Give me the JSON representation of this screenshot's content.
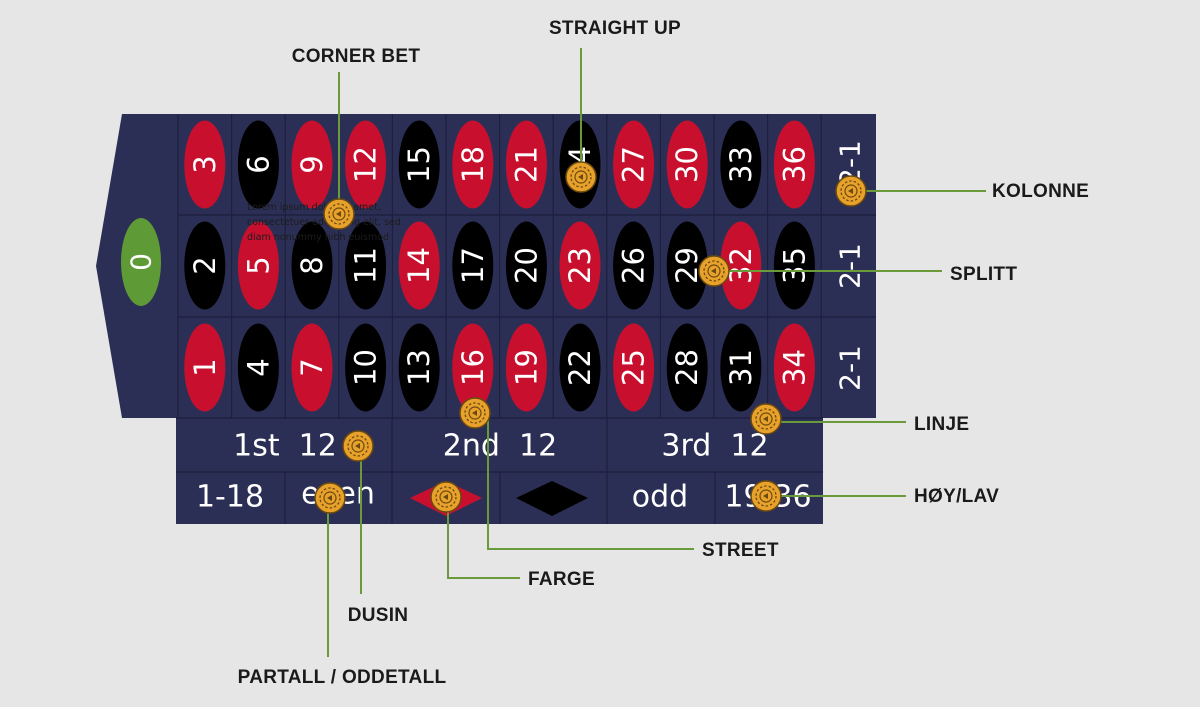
{
  "colors": {
    "background": "#e6e6e6",
    "table": "#2c2f55",
    "grid_line": "#1d1f3d",
    "red": "#c8102e",
    "black": "#000000",
    "green": "#5e9a35",
    "chip": "#e8a22b",
    "chip_dark": "#6b4a10",
    "callout_line": "#6a9a3a"
  },
  "zero": "0",
  "rows": [
    [
      {
        "n": "3",
        "c": "red"
      },
      {
        "n": "6",
        "c": "black"
      },
      {
        "n": "9",
        "c": "red"
      },
      {
        "n": "12",
        "c": "red"
      },
      {
        "n": "15",
        "c": "black"
      },
      {
        "n": "18",
        "c": "red"
      },
      {
        "n": "21",
        "c": "red"
      },
      {
        "n": "24",
        "c": "black"
      },
      {
        "n": "27",
        "c": "red"
      },
      {
        "n": "30",
        "c": "red"
      },
      {
        "n": "33",
        "c": "black"
      },
      {
        "n": "36",
        "c": "red"
      }
    ],
    [
      {
        "n": "2",
        "c": "black"
      },
      {
        "n": "5",
        "c": "red"
      },
      {
        "n": "8",
        "c": "black"
      },
      {
        "n": "11",
        "c": "black"
      },
      {
        "n": "14",
        "c": "red"
      },
      {
        "n": "17",
        "c": "black"
      },
      {
        "n": "20",
        "c": "black"
      },
      {
        "n": "23",
        "c": "red"
      },
      {
        "n": "26",
        "c": "black"
      },
      {
        "n": "29",
        "c": "black"
      },
      {
        "n": "32",
        "c": "red"
      },
      {
        "n": "35",
        "c": "black"
      }
    ],
    [
      {
        "n": "1",
        "c": "red"
      },
      {
        "n": "4",
        "c": "black"
      },
      {
        "n": "7",
        "c": "red"
      },
      {
        "n": "10",
        "c": "black"
      },
      {
        "n": "13",
        "c": "black"
      },
      {
        "n": "16",
        "c": "red"
      },
      {
        "n": "19",
        "c": "red"
      },
      {
        "n": "22",
        "c": "black"
      },
      {
        "n": "25",
        "c": "red"
      },
      {
        "n": "28",
        "c": "black"
      },
      {
        "n": "31",
        "c": "black"
      },
      {
        "n": "34",
        "c": "red"
      }
    ]
  ],
  "column_bet_label": "2-1",
  "dozens": [
    "1st  12",
    "2nd  12",
    "3rd  12"
  ],
  "even_money": {
    "low": "1-18",
    "even": "even",
    "odd": "odd",
    "high": "19-36"
  },
  "placeholder_text": [
    "Lorem ipsum dolor sit amet,",
    "consectetuer adipiscing elit, sed",
    "diam nonummy nibh euismod"
  ],
  "callouts": {
    "straight_up": "STRAIGHT UP",
    "corner_bet": "CORNER BET",
    "kolonne": "KOLONNE",
    "splitt": "SPLITT",
    "linje": "LINJE",
    "hoy_lav": "HØY/LAV",
    "street": "STREET",
    "farge": "FARGE",
    "dusin": "DUSIN",
    "partall_oddetall": "PARTALL / ODDETALL"
  }
}
